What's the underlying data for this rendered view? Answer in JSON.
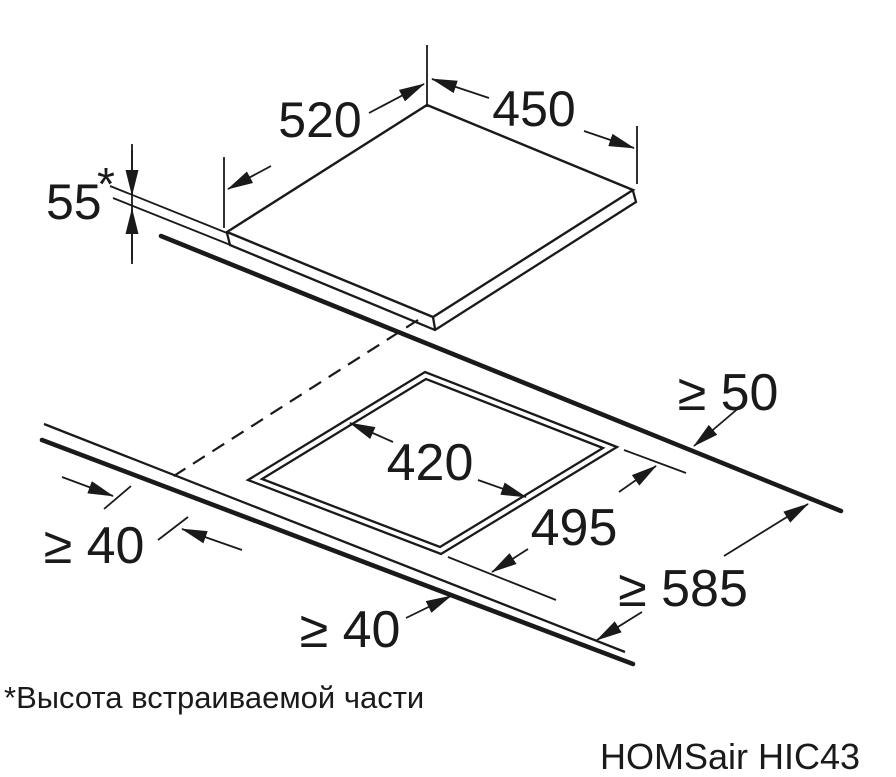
{
  "labels": {
    "hob_width": "520",
    "hob_depth": "450",
    "hob_height": "55",
    "hob_height_marker": "*",
    "cutout_width": "420",
    "cutout_depth": "495",
    "clearance_rear": "≥ 50",
    "clearance_left": "≥ 40",
    "clearance_front": "≥ 40",
    "worktop_depth": "≥ 585"
  },
  "footnote": "*Высота встраиваемой части",
  "model": "HOMSair HIC43",
  "colors": {
    "ink": "#1a1a1a",
    "background": "#ffffff"
  }
}
